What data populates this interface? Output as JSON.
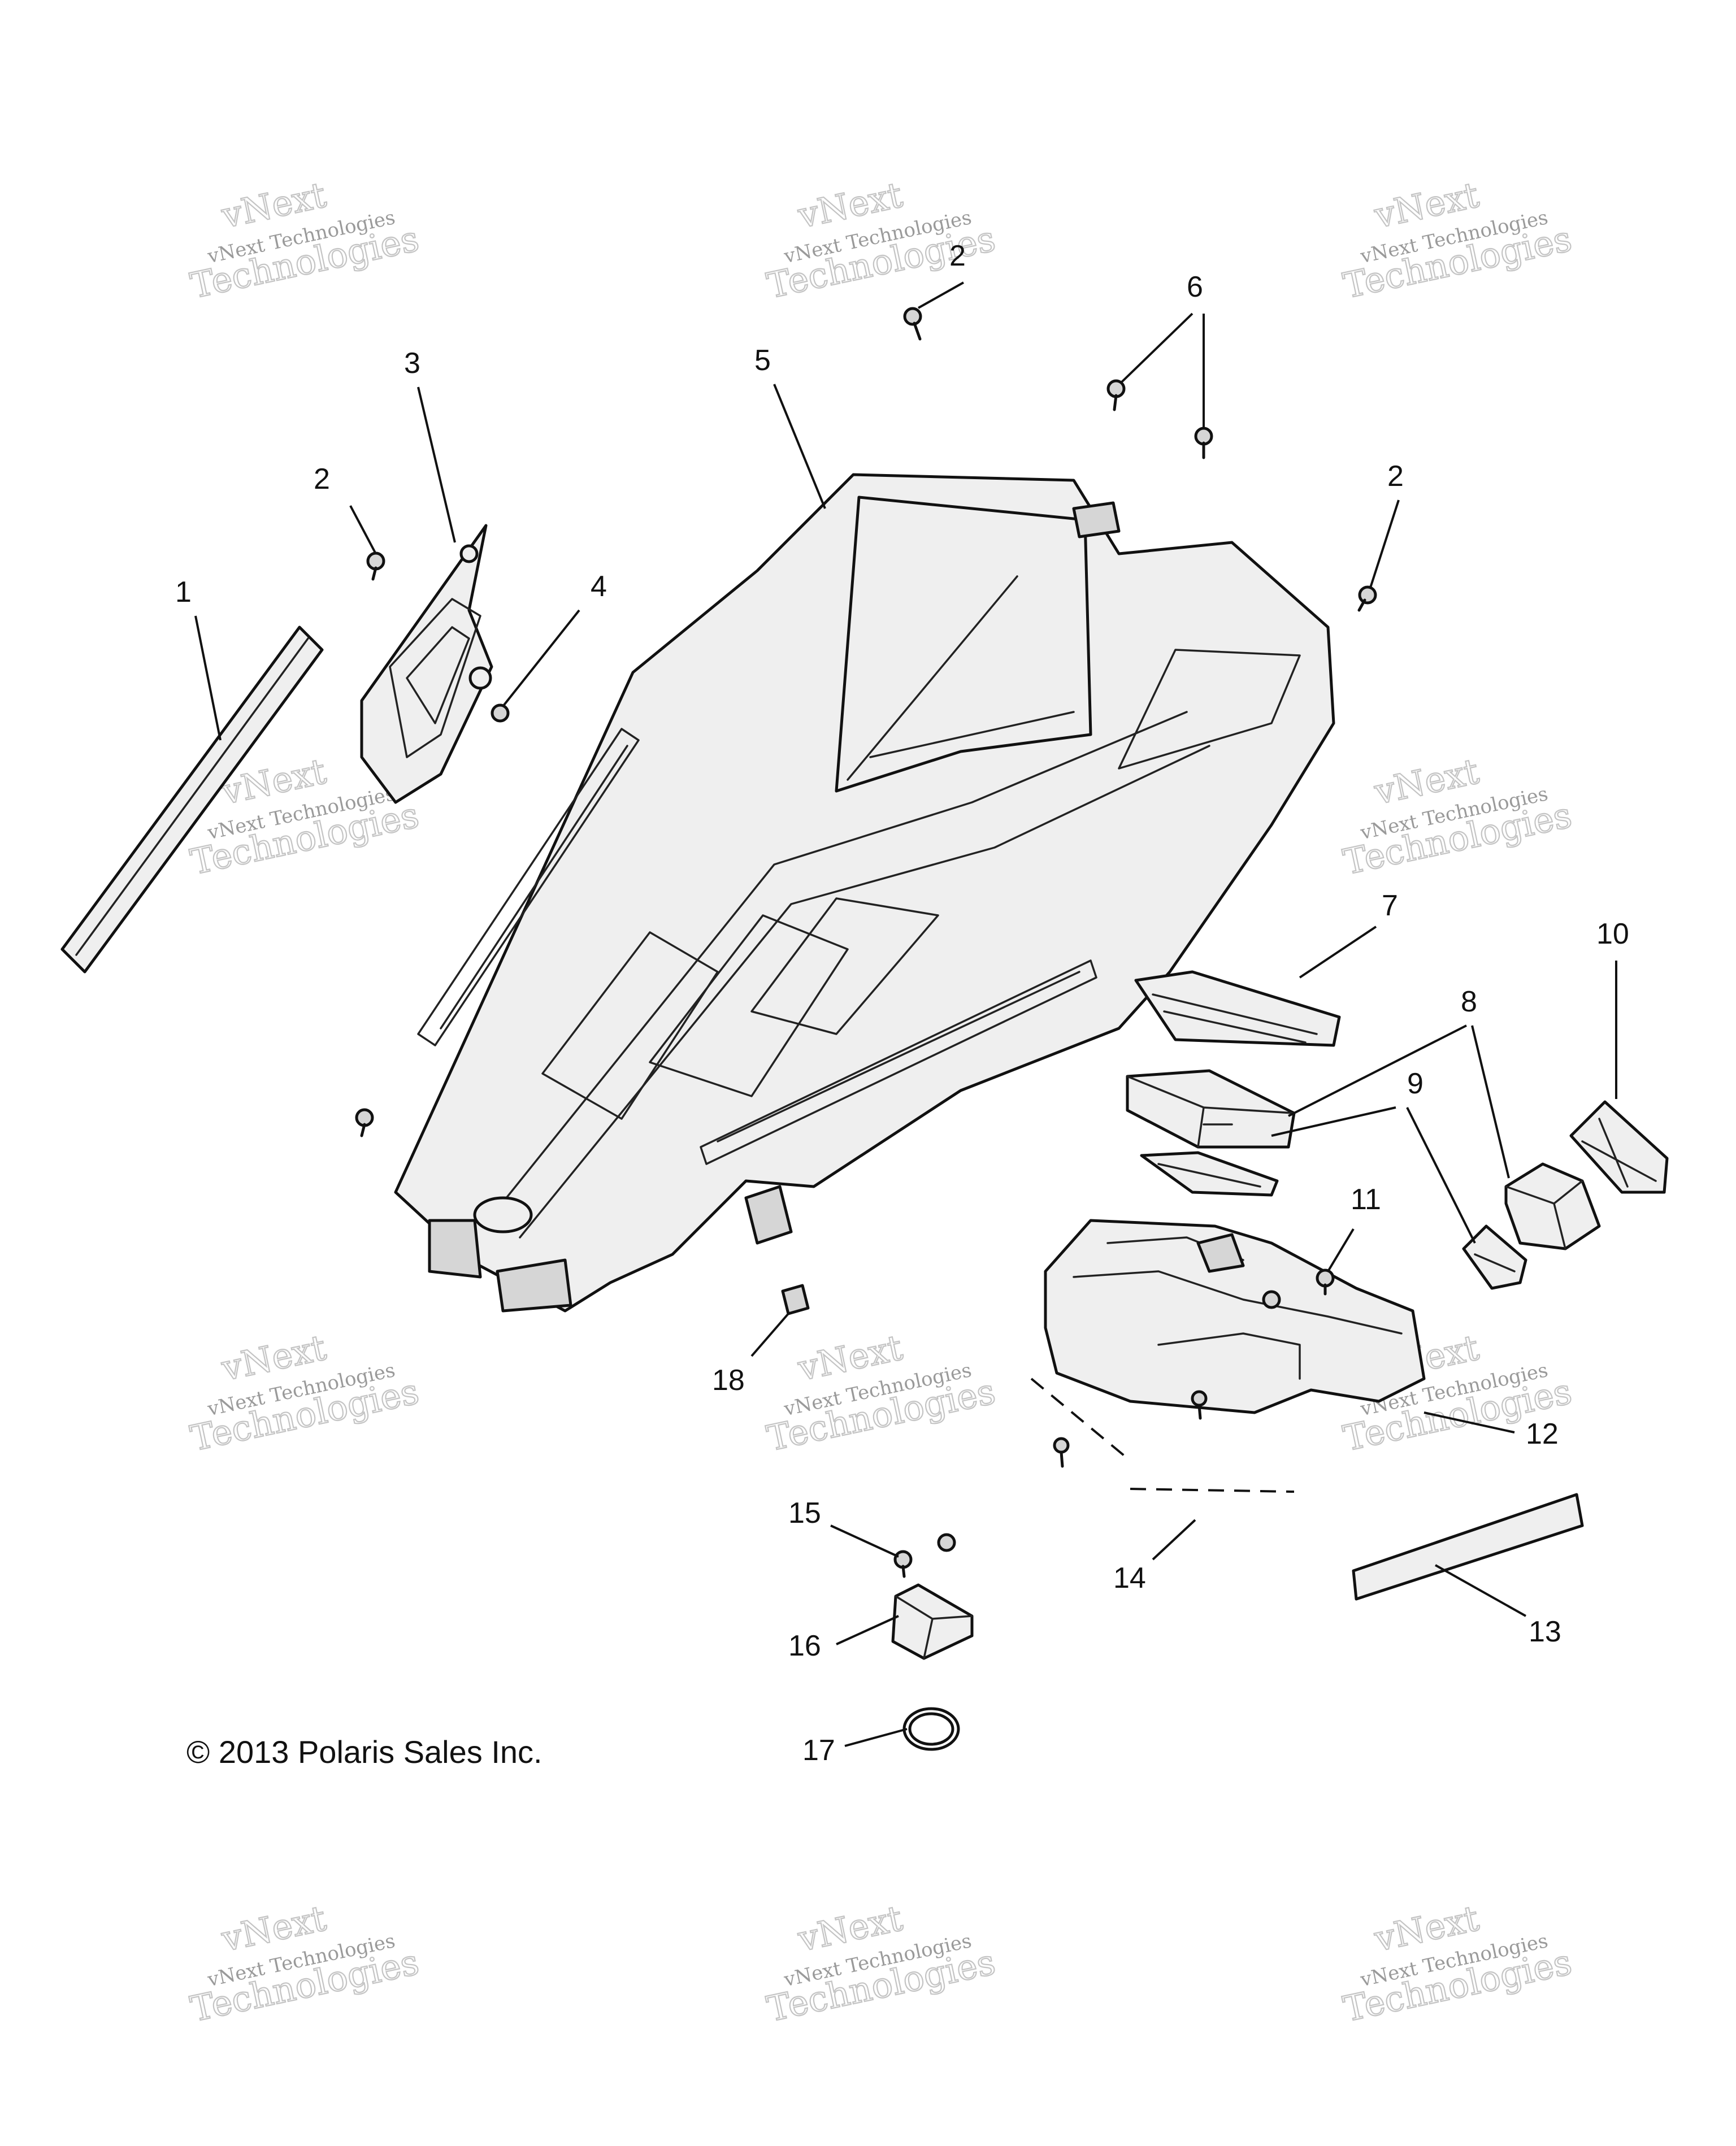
{
  "copyright": "© 2013 Polaris Sales Inc.",
  "watermark": {
    "line1": "vNext",
    "line2": "vNext Technologies",
    "line3": "Technologies"
  },
  "callouts": [
    {
      "id": "callout-1",
      "label": "1"
    },
    {
      "id": "callout-2a",
      "label": "2"
    },
    {
      "id": "callout-2b",
      "label": "2"
    },
    {
      "id": "callout-2c",
      "label": "2"
    },
    {
      "id": "callout-3",
      "label": "3"
    },
    {
      "id": "callout-4",
      "label": "4"
    },
    {
      "id": "callout-5",
      "label": "5"
    },
    {
      "id": "callout-6",
      "label": "6"
    },
    {
      "id": "callout-7",
      "label": "7"
    },
    {
      "id": "callout-8",
      "label": "8"
    },
    {
      "id": "callout-9",
      "label": "9"
    },
    {
      "id": "callout-10",
      "label": "10"
    },
    {
      "id": "callout-11",
      "label": "11"
    },
    {
      "id": "callout-12",
      "label": "12"
    },
    {
      "id": "callout-13",
      "label": "13"
    },
    {
      "id": "callout-14",
      "label": "14"
    },
    {
      "id": "callout-15",
      "label": "15"
    },
    {
      "id": "callout-16",
      "label": "16"
    },
    {
      "id": "callout-17",
      "label": "17"
    },
    {
      "id": "callout-18",
      "label": "18"
    }
  ]
}
